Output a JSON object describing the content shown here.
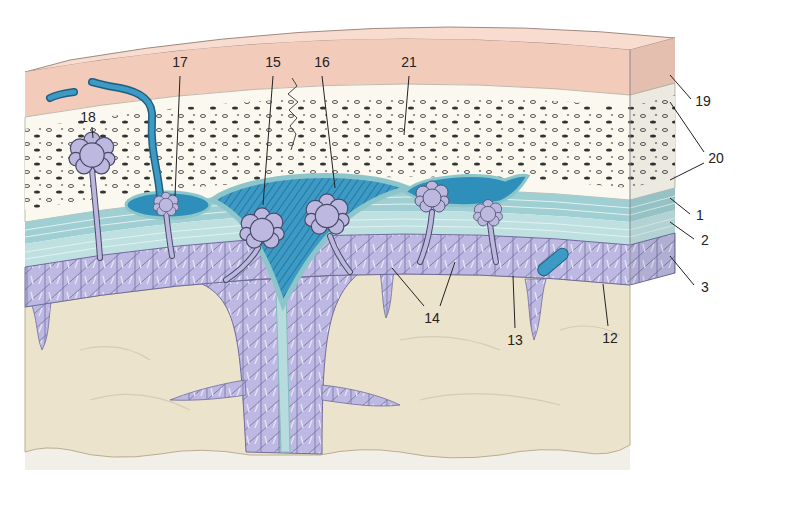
{
  "diagram": {
    "labels": [
      "17",
      "15",
      "16",
      "21",
      "18",
      "19",
      "20",
      "1",
      "2",
      "3",
      "14",
      "13",
      "12"
    ]
  }
}
